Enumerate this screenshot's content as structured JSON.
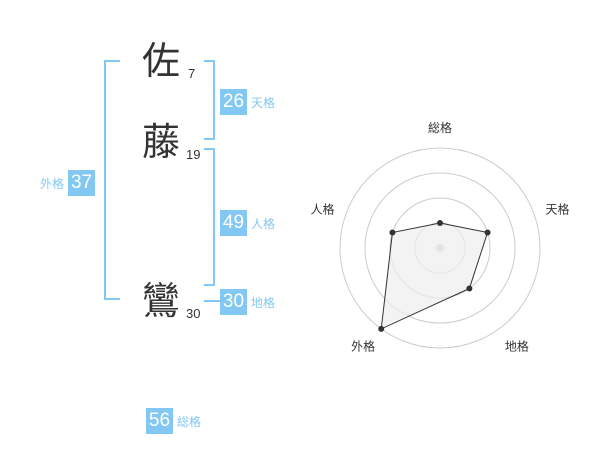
{
  "name": {
    "characters": [
      {
        "char": "佐",
        "strokes": "7"
      },
      {
        "char": "藤",
        "strokes": "19"
      },
      {
        "char": "鸞",
        "strokes": "30"
      }
    ]
  },
  "fortunes": {
    "tenkaku": {
      "value": "26",
      "label": "天格"
    },
    "jinkaku": {
      "value": "49",
      "label": "人格"
    },
    "chikaku": {
      "value": "30",
      "label": "地格"
    },
    "gaikaku": {
      "value": "37",
      "label": "外格"
    },
    "soukaku": {
      "value": "56",
      "label": "総格"
    }
  },
  "radar": {
    "axes": [
      "総格",
      "天格",
      "地格",
      "外格",
      "人格"
    ],
    "levels": 4,
    "values": [
      0.25,
      0.5,
      0.5,
      1.0,
      0.5
    ],
    "colors": {
      "grid": "#cccccc",
      "fill": "#eeeeee",
      "stroke": "#333333",
      "point": "#333333",
      "center": "#cccccc"
    }
  },
  "colors": {
    "accent": "#83c8f2",
    "text": "#333333"
  }
}
